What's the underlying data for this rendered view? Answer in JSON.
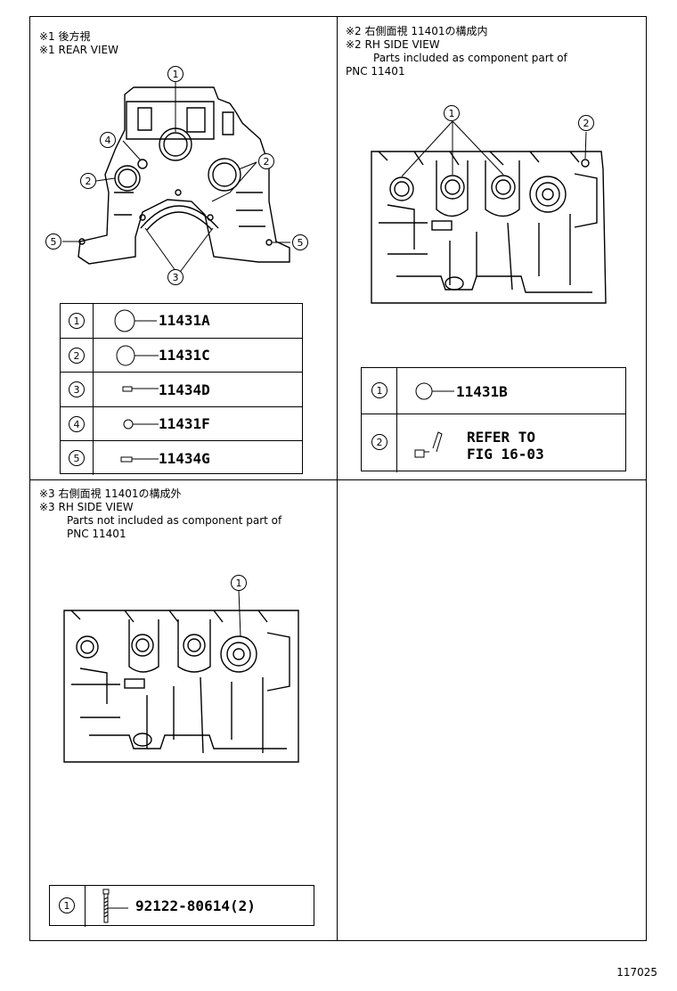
{
  "panel1": {
    "title_jp": "※1 後方視",
    "title_en": "※1 REAR VIEW",
    "callouts": [
      "1",
      "2",
      "2",
      "3",
      "4",
      "5",
      "5"
    ],
    "parts": [
      {
        "num": "1",
        "part_no": "11431A"
      },
      {
        "num": "2",
        "part_no": "11431C"
      },
      {
        "num": "3",
        "part_no": "11434D"
      },
      {
        "num": "4",
        "part_no": "11431F"
      },
      {
        "num": "5",
        "part_no": "11434G"
      }
    ]
  },
  "panel2": {
    "title_jp": "※2 右側面視 11401の構成内",
    "title_en": "※2 RH SIDE VIEW",
    "desc_line1": "Parts included as component part of",
    "desc_line2": "PNC 11401",
    "callouts": [
      "1",
      "2"
    ],
    "parts": [
      {
        "num": "1",
        "part_no": "11431B"
      },
      {
        "num": "2",
        "ref_line1": "REFER TO",
        "ref_line2": "FIG 16-03"
      }
    ]
  },
  "panel3": {
    "title_jp": "※3 右側面視 11401の構成外",
    "title_en": "※3 RH SIDE VIEW",
    "desc_line1": "Parts not included as component part of",
    "desc_line2": "PNC 11401",
    "callouts": [
      "1"
    ],
    "parts": [
      {
        "num": "1",
        "part_no": "92122-80614(2)"
      }
    ]
  },
  "document_id": "117025"
}
